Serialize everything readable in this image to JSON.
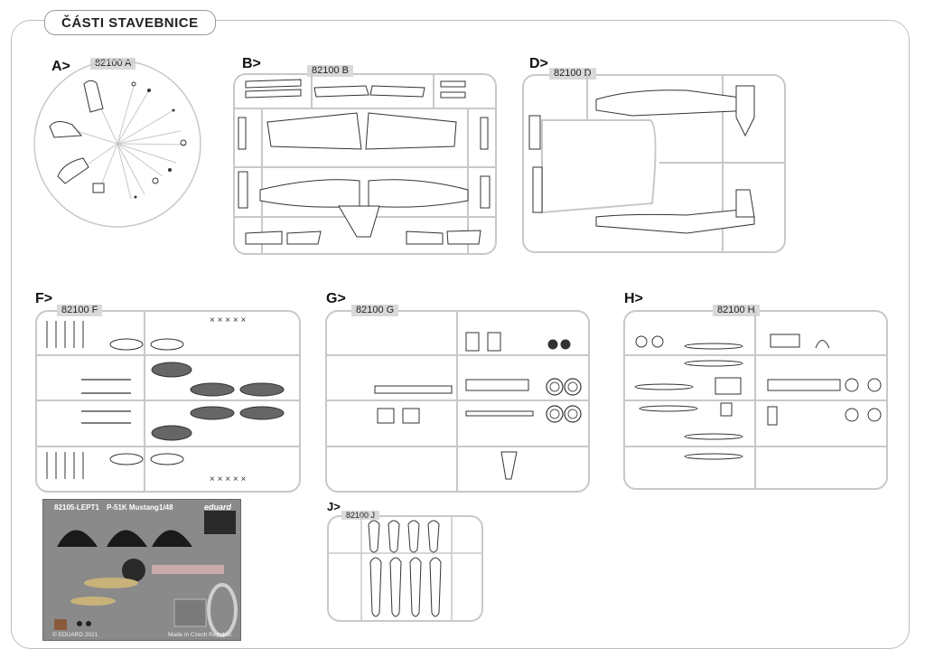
{
  "header": {
    "title": "ČÁSTI STAVEBNICE"
  },
  "sections": [
    {
      "id": "A",
      "letter": "A>",
      "code": "82100 A"
    },
    {
      "id": "B",
      "letter": "B>",
      "code": "82100 B"
    },
    {
      "id": "D",
      "letter": "D>",
      "code": "82100 D"
    },
    {
      "id": "F",
      "letter": "F>",
      "code": "82100 F"
    },
    {
      "id": "G",
      "letter": "G>",
      "code": "82100 G"
    },
    {
      "id": "H",
      "letter": "H>",
      "code": "82100 H"
    },
    {
      "id": "J",
      "letter": "J>",
      "code": "82100 J"
    }
  ],
  "photoetch": {
    "code": "82105-LEPT1",
    "name": "P-51K Mustang",
    "scale": "1/48",
    "brand": "eduard",
    "copyright": "© EDUARD 2021",
    "origin": "Made in Czech Republic"
  },
  "colors": {
    "sprue": "#c8c8c8",
    "label_bg": "#d9d9d9",
    "frame": "#bdbdbd",
    "pe_sheet": "#8a8a8a"
  }
}
